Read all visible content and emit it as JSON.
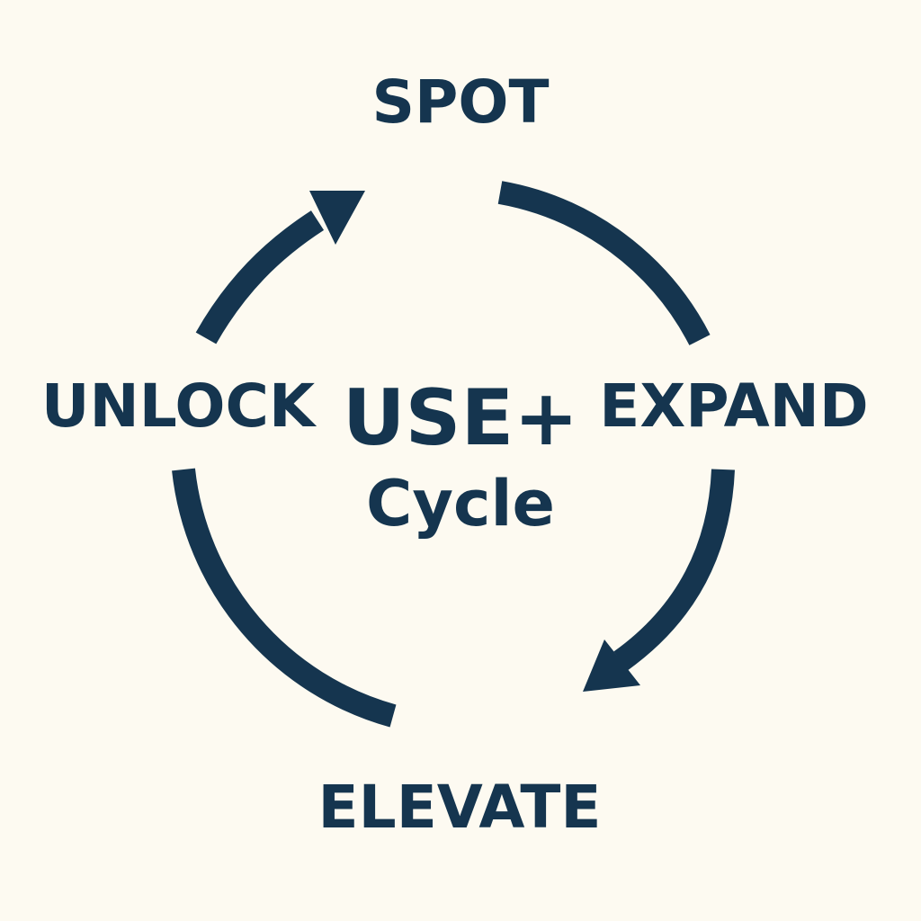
{
  "colors": {
    "background": "#fdfaf1",
    "ink": "#15354f"
  },
  "center": {
    "line1": "USE+",
    "line2": "Cycle"
  },
  "stages": [
    {
      "id": "spot",
      "label": "SPOT"
    },
    {
      "id": "expand",
      "label": "EXPAND"
    },
    {
      "id": "elevate",
      "label": "ELEVATE"
    },
    {
      "id": "unlock",
      "label": "UNLOCK"
    }
  ],
  "arrows": [
    {
      "from": "spot",
      "to": "expand",
      "arrowhead": false
    },
    {
      "from": "expand",
      "to": "elevate",
      "arrowhead": true
    },
    {
      "from": "elevate",
      "to": "unlock",
      "arrowhead": false
    },
    {
      "from": "unlock",
      "to": "spot",
      "arrowhead": true
    }
  ]
}
